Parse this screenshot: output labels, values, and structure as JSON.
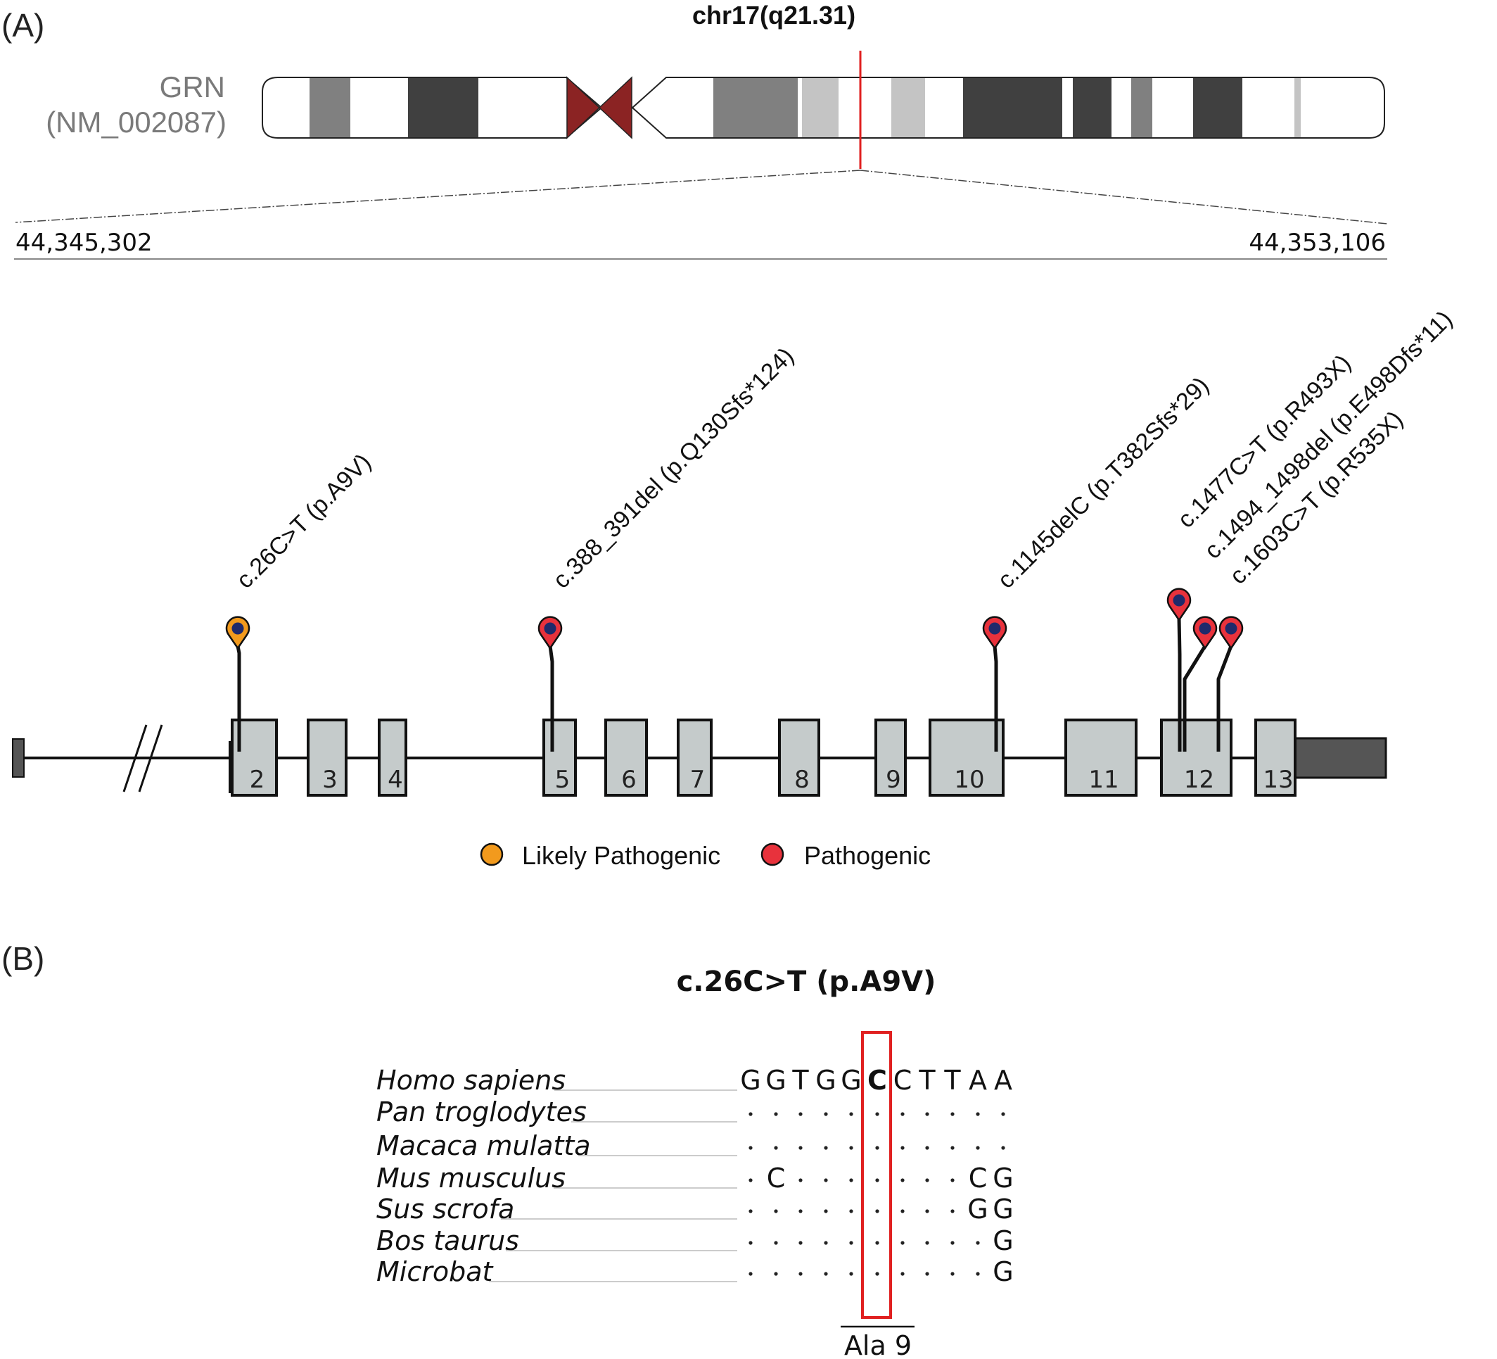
{
  "panel_a": {
    "label": "(A)",
    "chromosome_title": "chr17(q21.31)",
    "gene_name": "GRN",
    "transcript": "(NM_002087)",
    "colors": {
      "centromere": "#8b2323",
      "locus_marker": "#e02020",
      "exon_fill": "#c5cbcb",
      "utr_fill": "#555555",
      "likely_pathogenic": "#f29a1d",
      "pathogenic": "#e8323c",
      "pin_core": "#1f2a6b"
    },
    "coord_start": "44,345,302",
    "coord_end": "44,353,106",
    "exons": [
      "2",
      "3",
      "4",
      "5",
      "6",
      "7",
      "8",
      "9",
      "10",
      "11",
      "12",
      "13"
    ],
    "variants": [
      {
        "label": "c.26C>T (p.A9V)",
        "exon": "2",
        "class": "likely_pathogenic"
      },
      {
        "label": "c.388_391del (p.Q130Sfs*124)",
        "exon": "5",
        "class": "pathogenic"
      },
      {
        "label": "c.1145delC (p.T382Sfs*29)",
        "exon": "10",
        "class": "pathogenic"
      },
      {
        "label": "c.1477C>T (p.R493X)",
        "exon": "12",
        "class": "pathogenic"
      },
      {
        "label": "c.1494_1498del (p.E498Dfs*11)",
        "exon": "12",
        "class": "pathogenic"
      },
      {
        "label": "c.1603C>T (p.R535X)",
        "exon": "12",
        "class": "pathogenic"
      }
    ],
    "legend": [
      {
        "label": "Likely Pathogenic",
        "class": "likely_pathogenic"
      },
      {
        "label": "Pathogenic",
        "class": "pathogenic"
      }
    ]
  },
  "panel_b": {
    "label": "(B)",
    "title": "c.26C>T (p.A9V)",
    "highlight_label": "Ala 9",
    "highlight_column": 5,
    "alignment": [
      {
        "species": "Homo sapiens",
        "bases": [
          "G",
          "G",
          "T",
          "G",
          "G",
          "C",
          "C",
          "T",
          "T",
          "A",
          "A"
        ]
      },
      {
        "species": "Pan troglodytes",
        "bases": [
          ".",
          ".",
          ".",
          ".",
          ".",
          ".",
          ".",
          ".",
          ".",
          ".",
          "."
        ]
      },
      {
        "species": "Macaca mulatta",
        "bases": [
          ".",
          ".",
          ".",
          ".",
          ".",
          ".",
          ".",
          ".",
          ".",
          ".",
          "."
        ]
      },
      {
        "species": "Mus musculus",
        "bases": [
          ".",
          "C",
          ".",
          ".",
          ".",
          ".",
          ".",
          ".",
          ".",
          "C",
          "G"
        ]
      },
      {
        "species": "Sus scrofa",
        "bases": [
          ".",
          ".",
          ".",
          ".",
          ".",
          ".",
          ".",
          ".",
          ".",
          "G",
          "G"
        ]
      },
      {
        "species": "Bos taurus",
        "bases": [
          ".",
          ".",
          ".",
          ".",
          ".",
          ".",
          ".",
          ".",
          ".",
          ".",
          "G"
        ]
      },
      {
        "species": "Microbat",
        "bases": [
          ".",
          ".",
          ".",
          ".",
          ".",
          ".",
          ".",
          ".",
          ".",
          ".",
          "G"
        ]
      }
    ]
  }
}
